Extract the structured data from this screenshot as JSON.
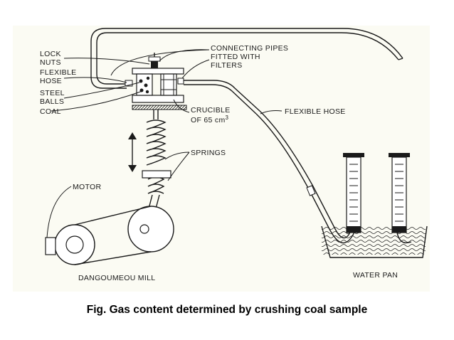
{
  "labels": {
    "lock_nuts_1": "LOCK",
    "lock_nuts_2": "NUTS",
    "flexible_hose_1": "FLEXIBLE",
    "flexible_hose_2": "HOSE",
    "steel_balls_1": "STEEL",
    "steel_balls_2": "BALLS",
    "coal": "COAL",
    "connecting_pipes_1": "CONNECTING PIPES",
    "connecting_pipes_2": "FITTED WITH",
    "connecting_pipes_3": "FILTERS",
    "crucible_1": "CRUCIBLE",
    "crucible_2": "OF 65 cm",
    "crucible_sup": "3",
    "flexible_hose_right": "FLEXIBLE HOSE",
    "springs": "SPRINGS",
    "motor": "MOTOR",
    "mill": "DANGOUMEOU MILL",
    "water_pan": "WATER PAN"
  },
  "caption": "Fig. Gas content determined by crushing coal sample",
  "colors": {
    "paper": "#fbfbf3",
    "ink": "#1a1a1a"
  }
}
